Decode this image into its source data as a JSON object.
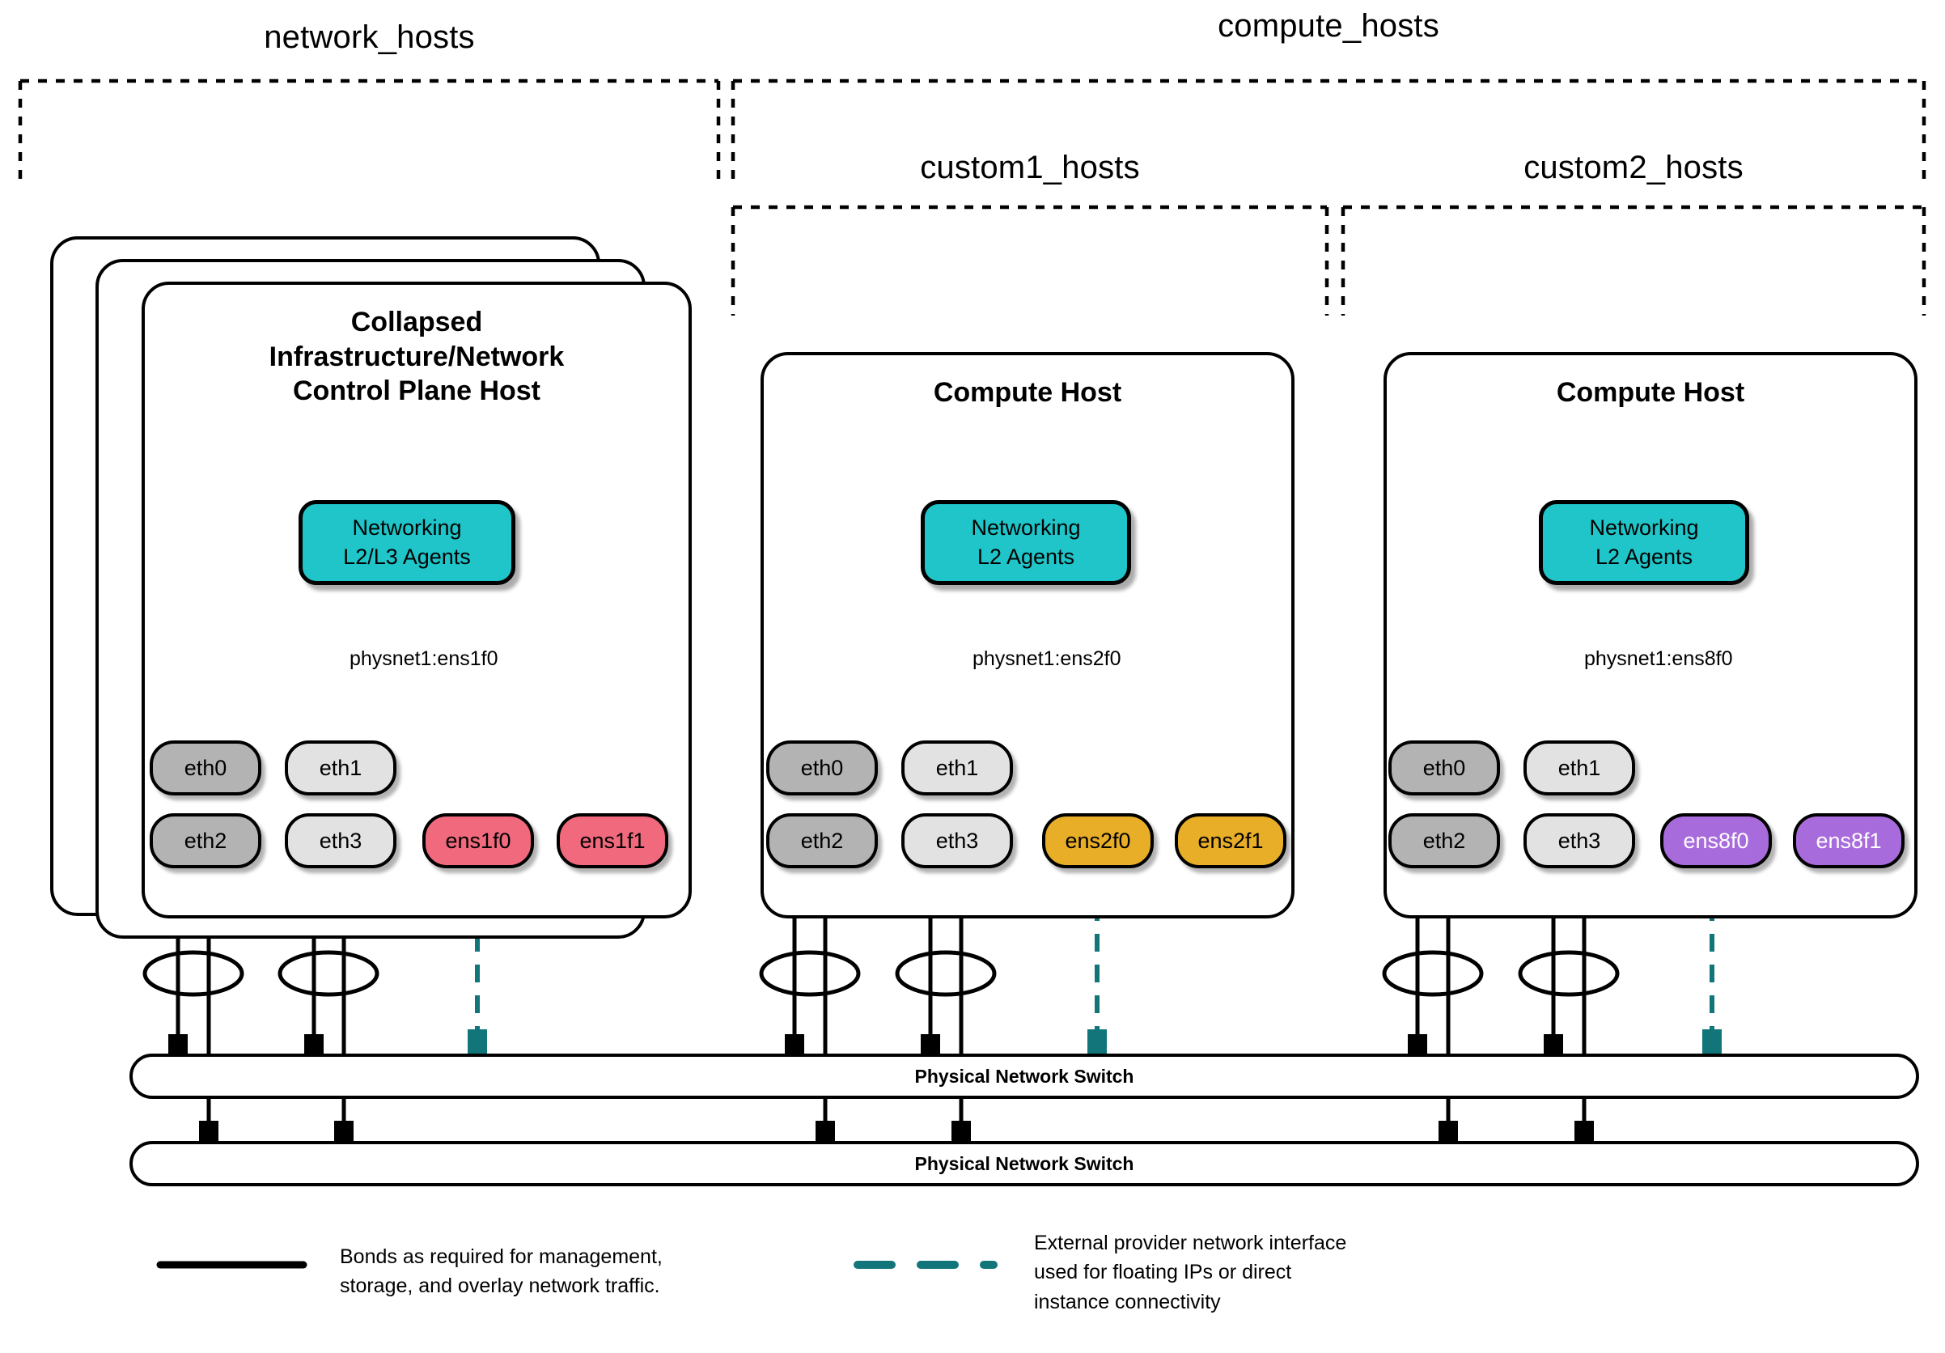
{
  "groups": [
    {
      "label": "network_hosts"
    },
    {
      "label": "compute_hosts"
    },
    {
      "label": "custom1_hosts"
    },
    {
      "label": "custom2_hosts"
    }
  ],
  "hosts": [
    {
      "title": "Collapsed\nInfrastructure/Network\nControl Plane Host",
      "agent_label": "Networking\nL2/L3 Agents",
      "physnet_label": "physnet1:ens1f0",
      "nics": [
        {
          "name": "eth0",
          "style": "dark"
        },
        {
          "name": "eth1",
          "style": "light"
        },
        {
          "name": "eth2",
          "style": "dark"
        },
        {
          "name": "eth3",
          "style": "light"
        },
        {
          "name": "ens1f0",
          "style": "pink"
        },
        {
          "name": "ens1f1",
          "style": "pink"
        }
      ]
    },
    {
      "title": "Compute Host",
      "agent_label": "Networking\nL2 Agents",
      "physnet_label": "physnet1:ens2f0",
      "nics": [
        {
          "name": "eth0",
          "style": "dark"
        },
        {
          "name": "eth1",
          "style": "light"
        },
        {
          "name": "eth2",
          "style": "dark"
        },
        {
          "name": "eth3",
          "style": "light"
        },
        {
          "name": "ens2f0",
          "style": "gold"
        },
        {
          "name": "ens2f1",
          "style": "gold"
        }
      ]
    },
    {
      "title": "Compute Host",
      "agent_label": "Networking\nL2 Agents",
      "physnet_label": "physnet1:ens8f0",
      "nics": [
        {
          "name": "eth0",
          "style": "dark"
        },
        {
          "name": "eth1",
          "style": "light"
        },
        {
          "name": "eth2",
          "style": "dark"
        },
        {
          "name": "eth3",
          "style": "light"
        },
        {
          "name": "ens8f0",
          "style": "purple"
        },
        {
          "name": "ens8f1",
          "style": "purple"
        }
      ]
    }
  ],
  "switches": [
    {
      "label": "Physical Network Switch"
    },
    {
      "label": "Physical Network Switch"
    }
  ],
  "legend": [
    {
      "swatch": "solid-black-line",
      "text": "Bonds as required for management,\nstorage, and overlay network traffic."
    },
    {
      "swatch": "dashed-teal-line",
      "text": "External provider network interface\nused for floating IPs or direct\ninstance connectivity"
    }
  ],
  "colors": {
    "agent_teal": "#1FC5C8",
    "provider_link_teal": "#12757A",
    "nic_dark_gray": "#B3B3B3",
    "nic_light_gray": "#E2E2E2",
    "nic_pink": "#F0697C",
    "nic_gold": "#E8AE28",
    "nic_purple": "#A86BDB",
    "outline": "#000000"
  }
}
